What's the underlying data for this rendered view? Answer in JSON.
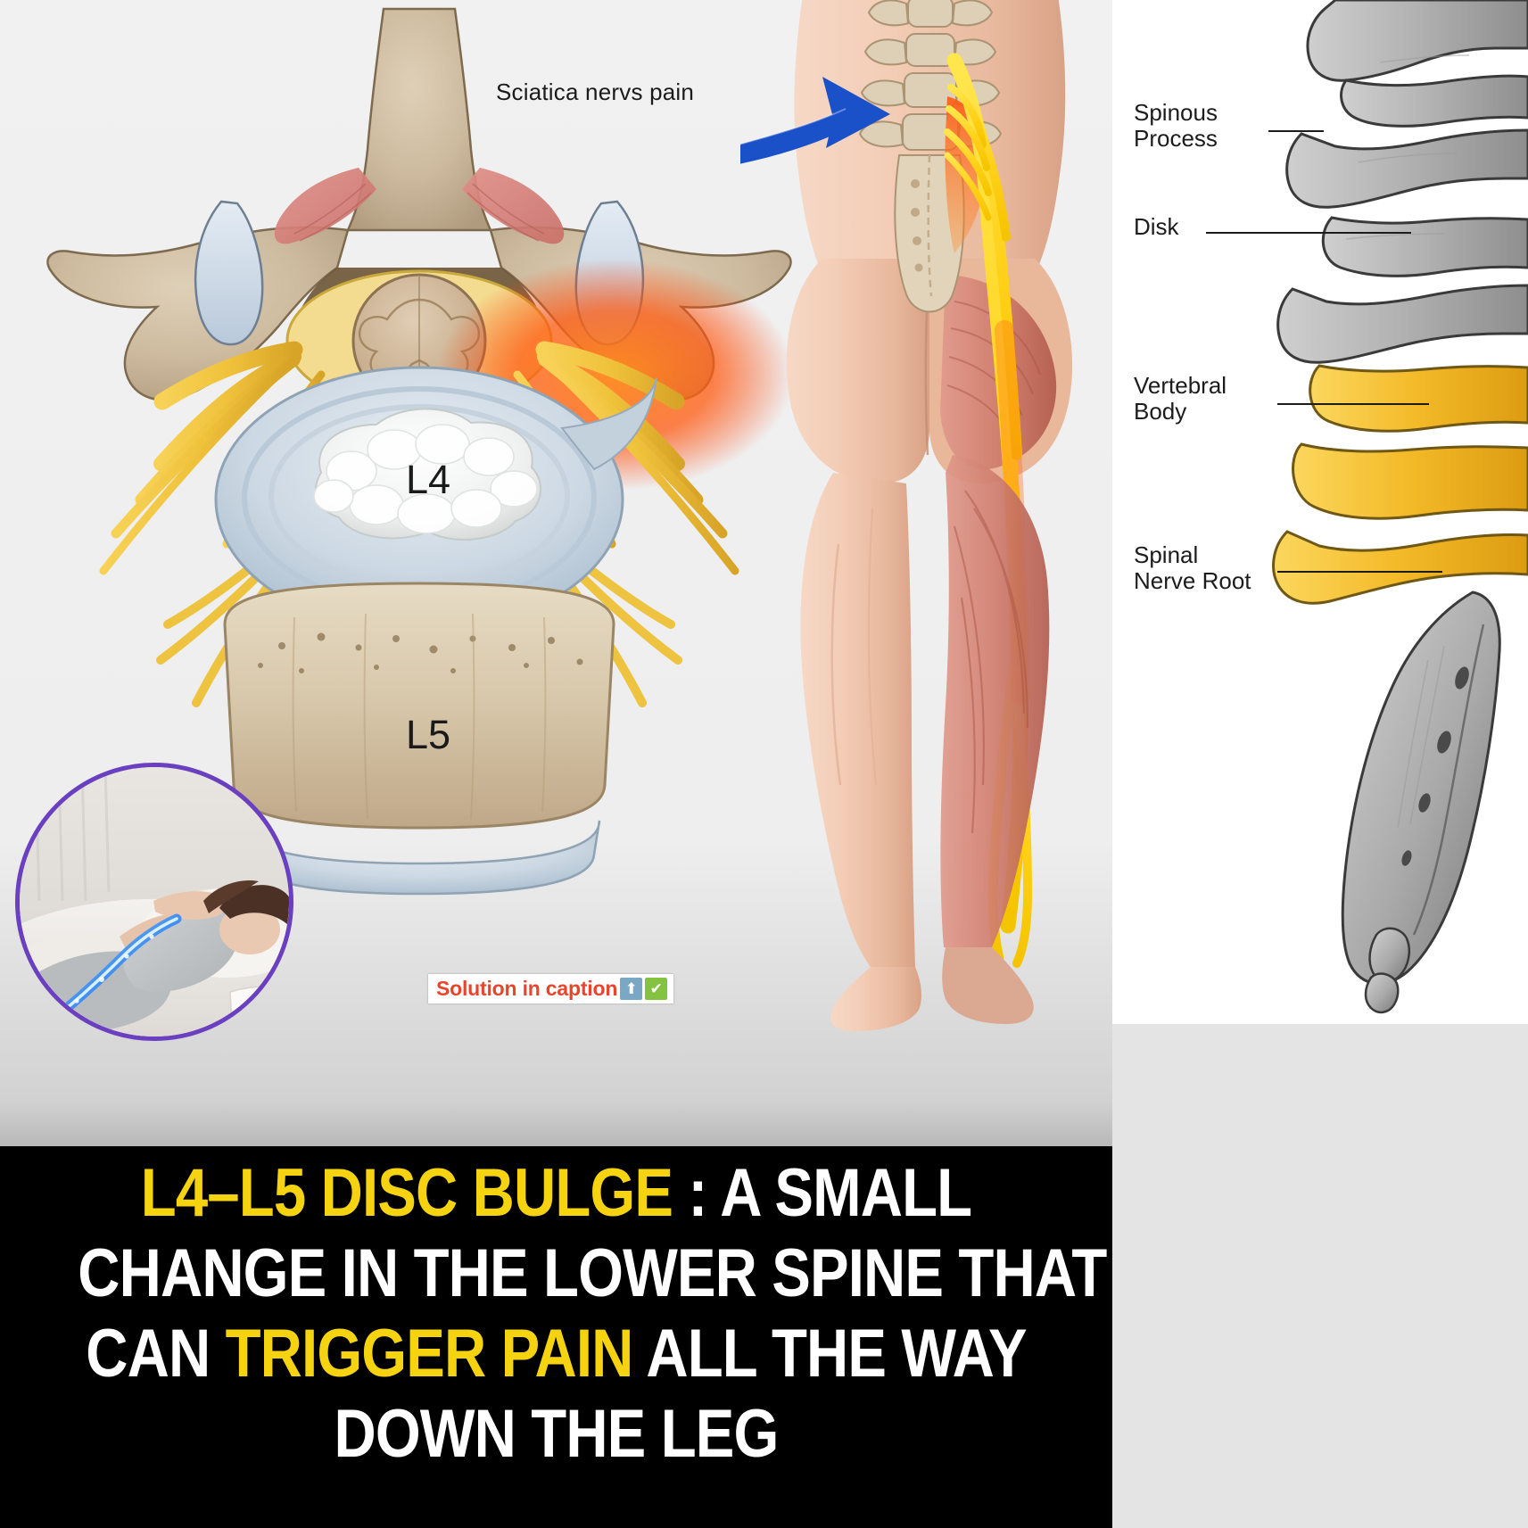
{
  "meta": {
    "kind": "medical-infographic",
    "accent_yellow": "#f5d310",
    "accent_red": "#e8452c",
    "accent_purple": "#6a3fc0",
    "accent_blue_arrow": "#1a50c8",
    "caption_bg": "#000000"
  },
  "left_panel": {
    "sciatica_callout": "Sciatica nervs pain",
    "vertebra_labels": {
      "upper": "L4",
      "lower": "L5"
    },
    "solution_badge": {
      "text": "Solution in caption",
      "arrow_icon": "⬆",
      "check_icon": "✔"
    }
  },
  "caption": {
    "lines": [
      {
        "segments": [
          {
            "text": "L4–L5 DISC BULGE",
            "highlight": true
          },
          {
            "text": " : A SMALL",
            "highlight": false
          }
        ]
      },
      {
        "segments": [
          {
            "text": "CHANGE IN THE LOWER SPINE THAT",
            "highlight": false
          }
        ]
      },
      {
        "segments": [
          {
            "text": "CAN ",
            "highlight": false
          },
          {
            "text": "TRIGGER PAIN",
            "highlight": true
          },
          {
            "text": " ALL THE WAY",
            "highlight": false
          }
        ]
      },
      {
        "segments": [
          {
            "text": "DOWN THE LEG",
            "highlight": false
          }
        ]
      }
    ]
  },
  "right_panel": {
    "annotations": [
      {
        "label": "Spinous\nProcess"
      },
      {
        "label": "Disk"
      },
      {
        "label": "Vertebral\nBody"
      },
      {
        "label": "Spinal\nNerve Root"
      }
    ]
  }
}
